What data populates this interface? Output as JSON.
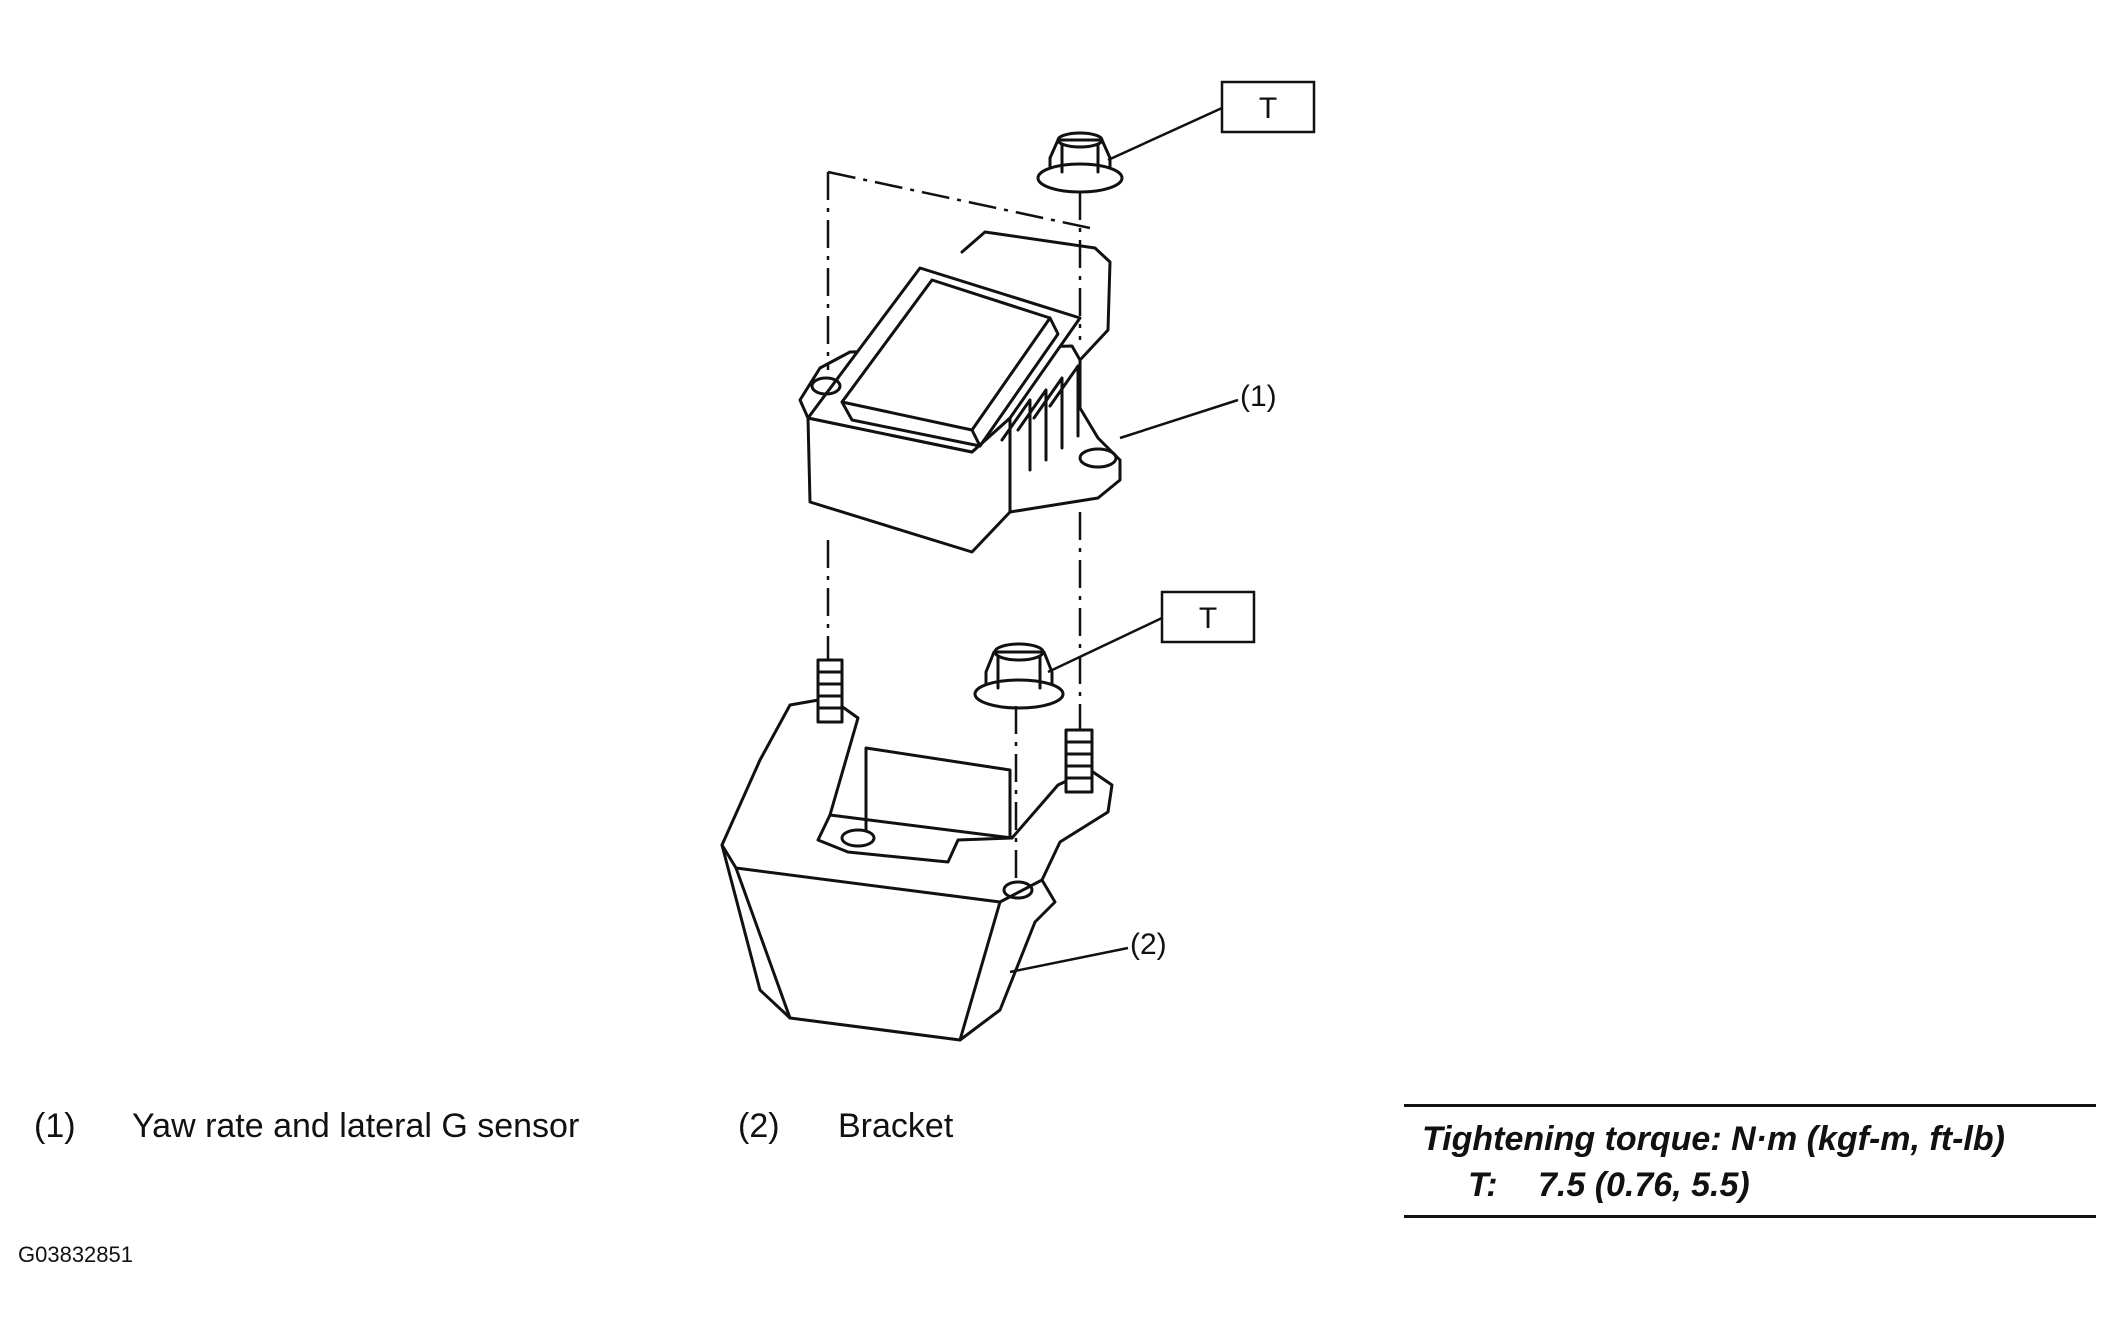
{
  "diagram": {
    "callout_sensor": "(1)",
    "callout_bracket": "(2)",
    "torque_tag_upper": "T",
    "torque_tag_lower": "T"
  },
  "legend": [
    {
      "number": "(1)",
      "label": "Yaw rate and lateral G sensor"
    },
    {
      "number": "(2)",
      "label": "Bracket"
    }
  ],
  "torque": {
    "title": "Tightening torque: N·m (kgf-m, ft-lb)",
    "key": "T:",
    "value": "7.5 (0.76, 5.5)"
  },
  "figure_id": "G03832851"
}
